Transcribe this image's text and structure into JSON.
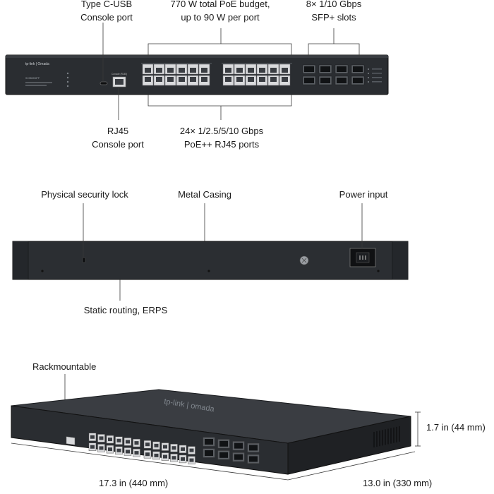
{
  "front": {
    "callouts": {
      "type_c": [
        "Type C-USB",
        "Console port"
      ],
      "poe_budget": [
        "770 W total PoE budget,",
        "up to 90 W per port"
      ],
      "sfp": [
        "8× 1/10 Gbps",
        "SFP+ slots"
      ],
      "rj45_console": [
        "RJ45",
        "Console port"
      ],
      "rj45_ports": [
        "24× 1/2.5/5/10 Gbps",
        "PoE++ RJ45 ports"
      ]
    },
    "panel": {
      "brand": "tp-link | Omada",
      "model": "SX3832MPP",
      "console_label": "Console (RJ45)"
    }
  },
  "rear": {
    "callouts": {
      "lock": "Physical security lock",
      "casing": "Metal Casing",
      "power": "Power input",
      "routing": "Static routing, ERPS"
    }
  },
  "angled": {
    "callouts": {
      "rack": "Rackmountable",
      "height": "1.7 in (44 mm)",
      "width": "17.3 in (440 mm)",
      "depth": "13.0 in (330 mm)"
    },
    "top_brand": "tp-link | omada"
  },
  "colors": {
    "chassis": "#2a2d31",
    "chassis_dark": "#1c1e21",
    "port": "#d9dadc",
    "leader": "#3a3a3a"
  }
}
